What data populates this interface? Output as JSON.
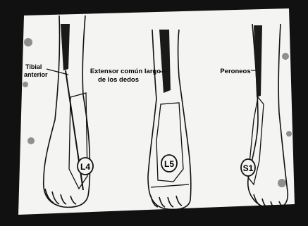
{
  "figure": {
    "labels": {
      "tibial": "Tibial",
      "anterior": "anterior",
      "extensor_line1": "Extensor común largo",
      "extensor_line2": "de los dedos",
      "peroneos": "Peroneos"
    },
    "roots": [
      "L4",
      "L5",
      "S1"
    ]
  }
}
